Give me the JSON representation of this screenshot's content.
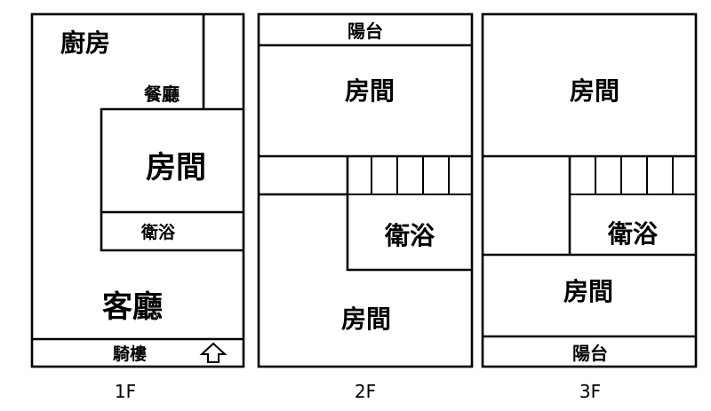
{
  "floors": [
    {
      "name": "1F",
      "rooms": {
        "kitchen": "廚房",
        "dining": "餐廳",
        "bedroom": "房間",
        "bathroom": "衛浴",
        "living": "客廳",
        "arcade": "騎樓"
      },
      "entrance_icon": "entrance-arrow-icon"
    },
    {
      "name": "2F",
      "rooms": {
        "balcony": "陽台",
        "bedroom_front": "房間",
        "bathroom": "衛浴",
        "bedroom_back": "房間"
      },
      "stair_icon": "staircase-icon"
    },
    {
      "name": "3F",
      "rooms": {
        "bedroom_front": "房間",
        "bathroom": "衛浴",
        "bedroom_back": "房間",
        "balcony": "陽台"
      },
      "stair_icon": "staircase-icon"
    }
  ]
}
